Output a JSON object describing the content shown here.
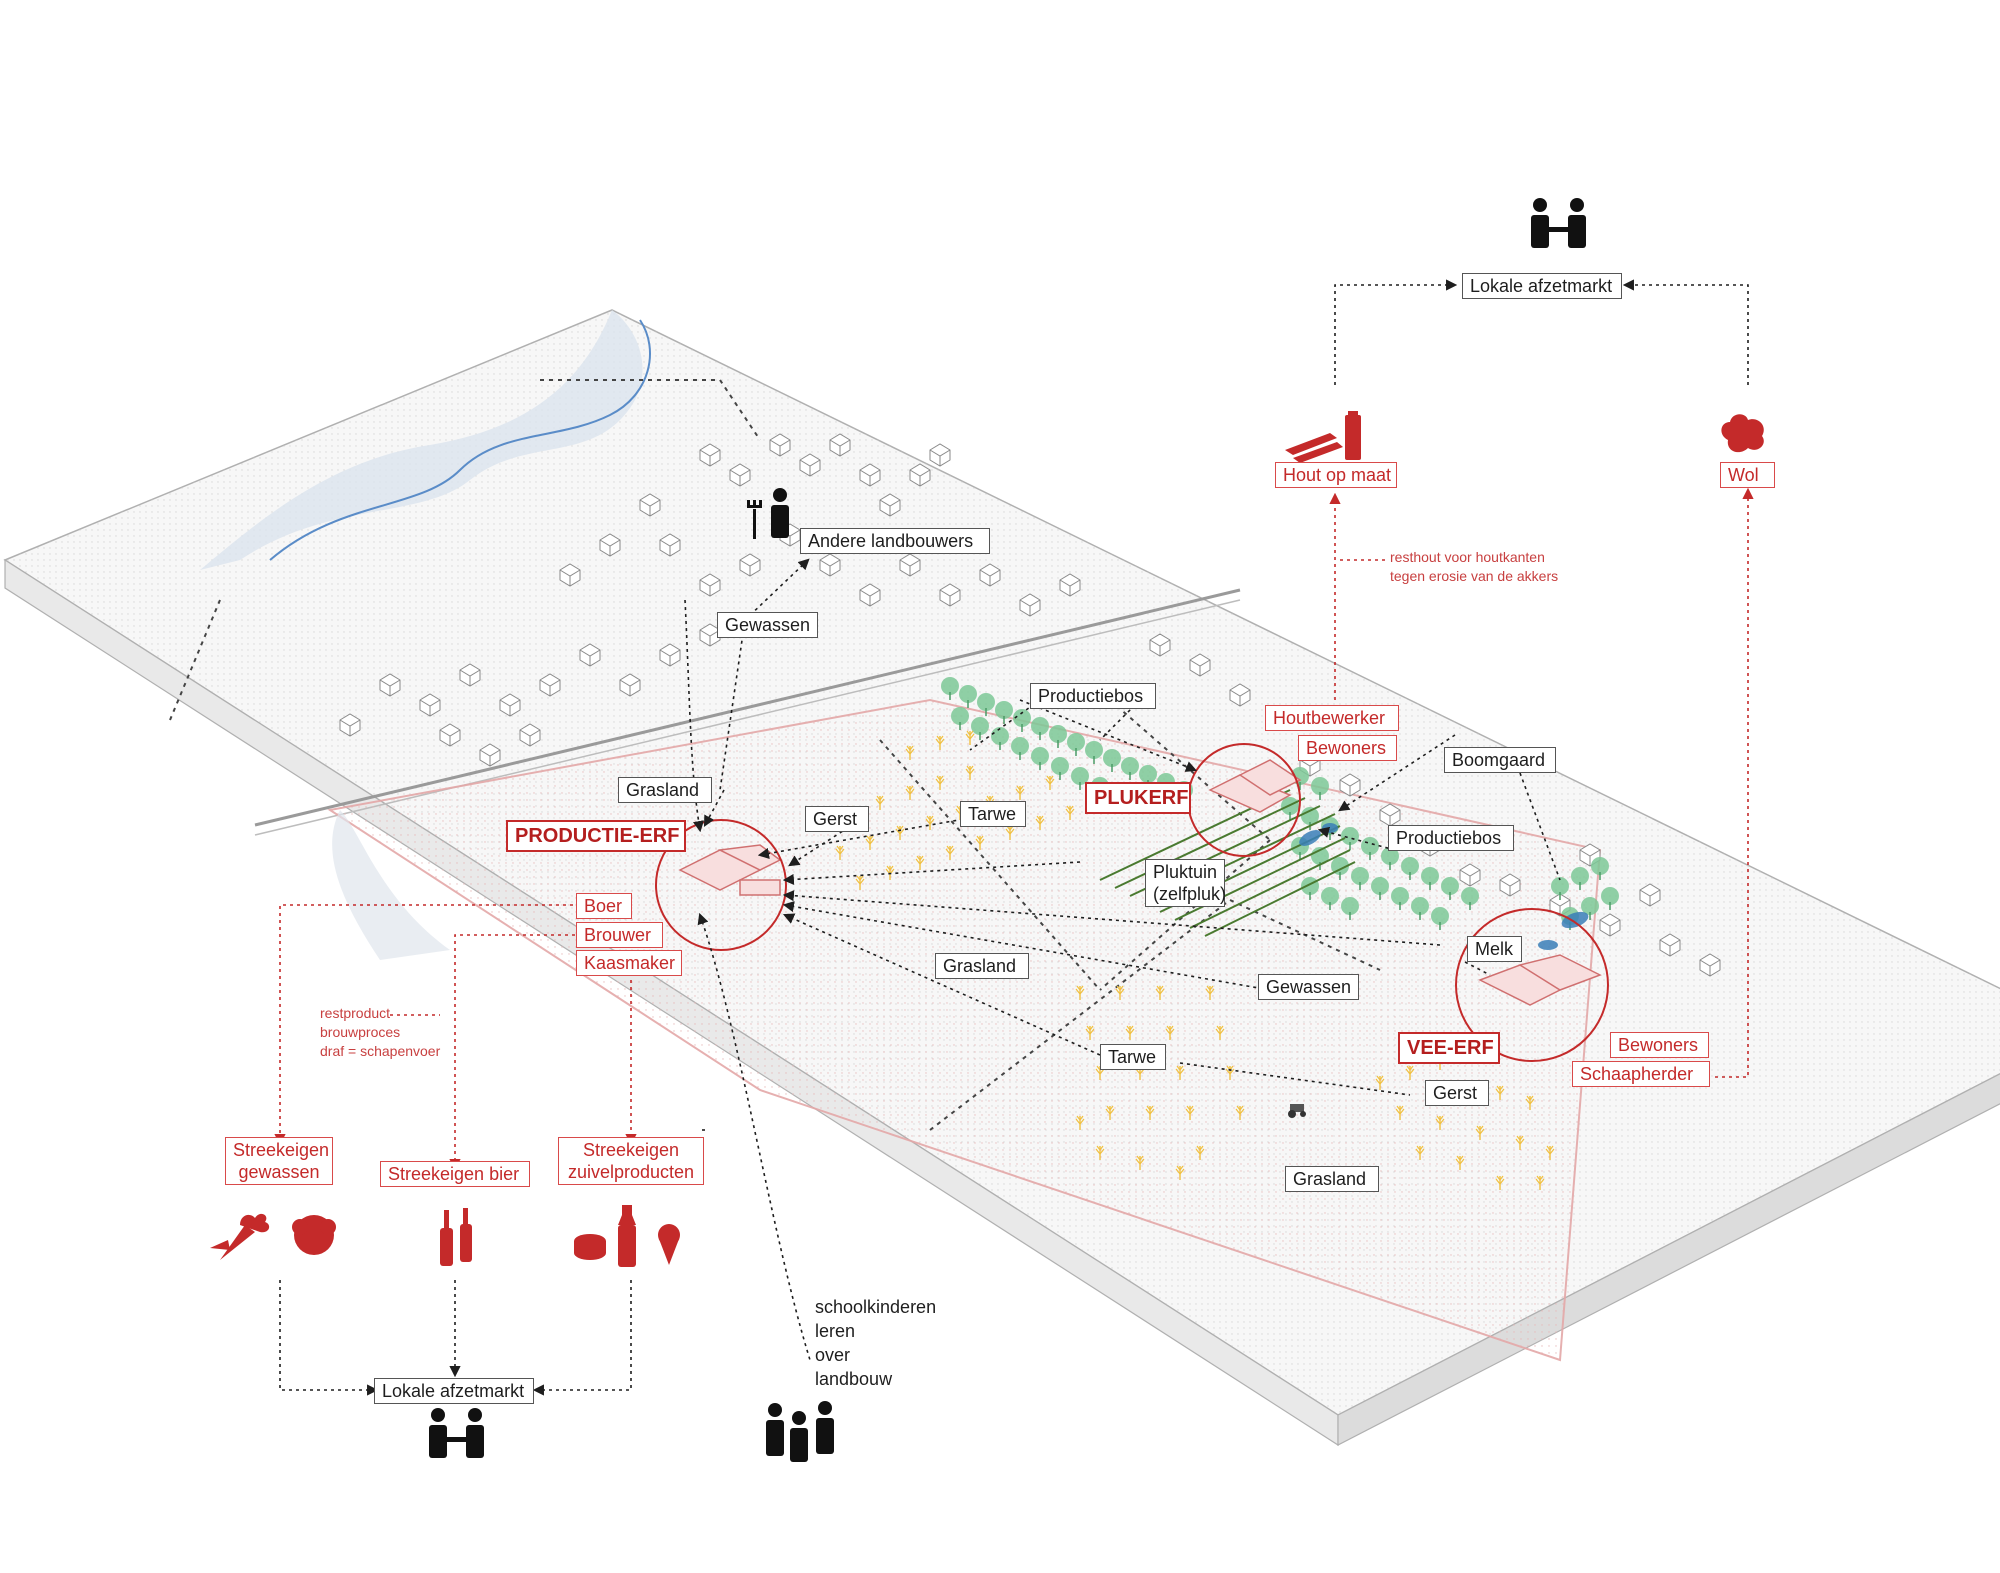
{
  "colors": {
    "red": "#c42a2a",
    "black": "#1e1e1e",
    "tree_green": "#58b878",
    "crop_yellow": "#f0c040",
    "water_blue": "#3a7fb8"
  },
  "labels": {
    "lokale_afzetmarkt_top": "Lokale afzetmarkt",
    "hout_op_maat": "Hout op maat",
    "wol": "Wol",
    "resthout_note": "resthout voor houtkanten\ntegen erosie van de akkers",
    "andere_landbouwers": "Andere landbouwers",
    "gewassen_top": "Gewassen",
    "productiebos_top": "Productiebos",
    "houtbewerker": "Houtbewerker",
    "bewoners_top": "Bewoners",
    "boomgaard": "Boomgaard",
    "grasland_left": "Grasland",
    "plukerf": "PLUKERF",
    "productie_erf": "PRODUCTIE-ERF",
    "gerst_left": "Gerst",
    "tarwe_top": "Tarwe",
    "productiebos_mid": "Productiebos",
    "pluktuin": "Pluktuin\n(zelfpluk)",
    "melk": "Melk",
    "boer": "Boer",
    "brouwer": "Brouwer",
    "kaasmaker": "Kaasmaker",
    "grasland_mid": "Grasland",
    "gewassen_mid": "Gewassen",
    "restproduct_note": "restproduct\nbrouwproces\ndraf = schapenvoer",
    "tarwe_low": "Tarwe",
    "vee_erf": "VEE-ERF",
    "bewoners_right": "Bewoners",
    "schaapherder": "Schaapherder",
    "gerst_low": "Gerst",
    "streekeigen_gewassen": "Streekeigen\ngewassen",
    "streekeigen_bier": "Streekeigen bier",
    "streekeigen_zuivel": "Streekeigen\nzuivelproducten",
    "grasland_bottom": "Grasland",
    "schoolkinderen": "schoolkinderen\nleren\nover\nlandbouw",
    "lokale_afzetmarkt_bottom": "Lokale afzetmarkt"
  },
  "icons": [
    "market-people-icon",
    "wood-planks-icon",
    "wool-icon",
    "farmer-fork-icon",
    "carrot-icon",
    "cabbage-icon",
    "beer-bottles-icon",
    "cheese-icon",
    "milk-bottle-icon",
    "ice-cream-icon",
    "school-children-icon",
    "tractor-icon"
  ]
}
